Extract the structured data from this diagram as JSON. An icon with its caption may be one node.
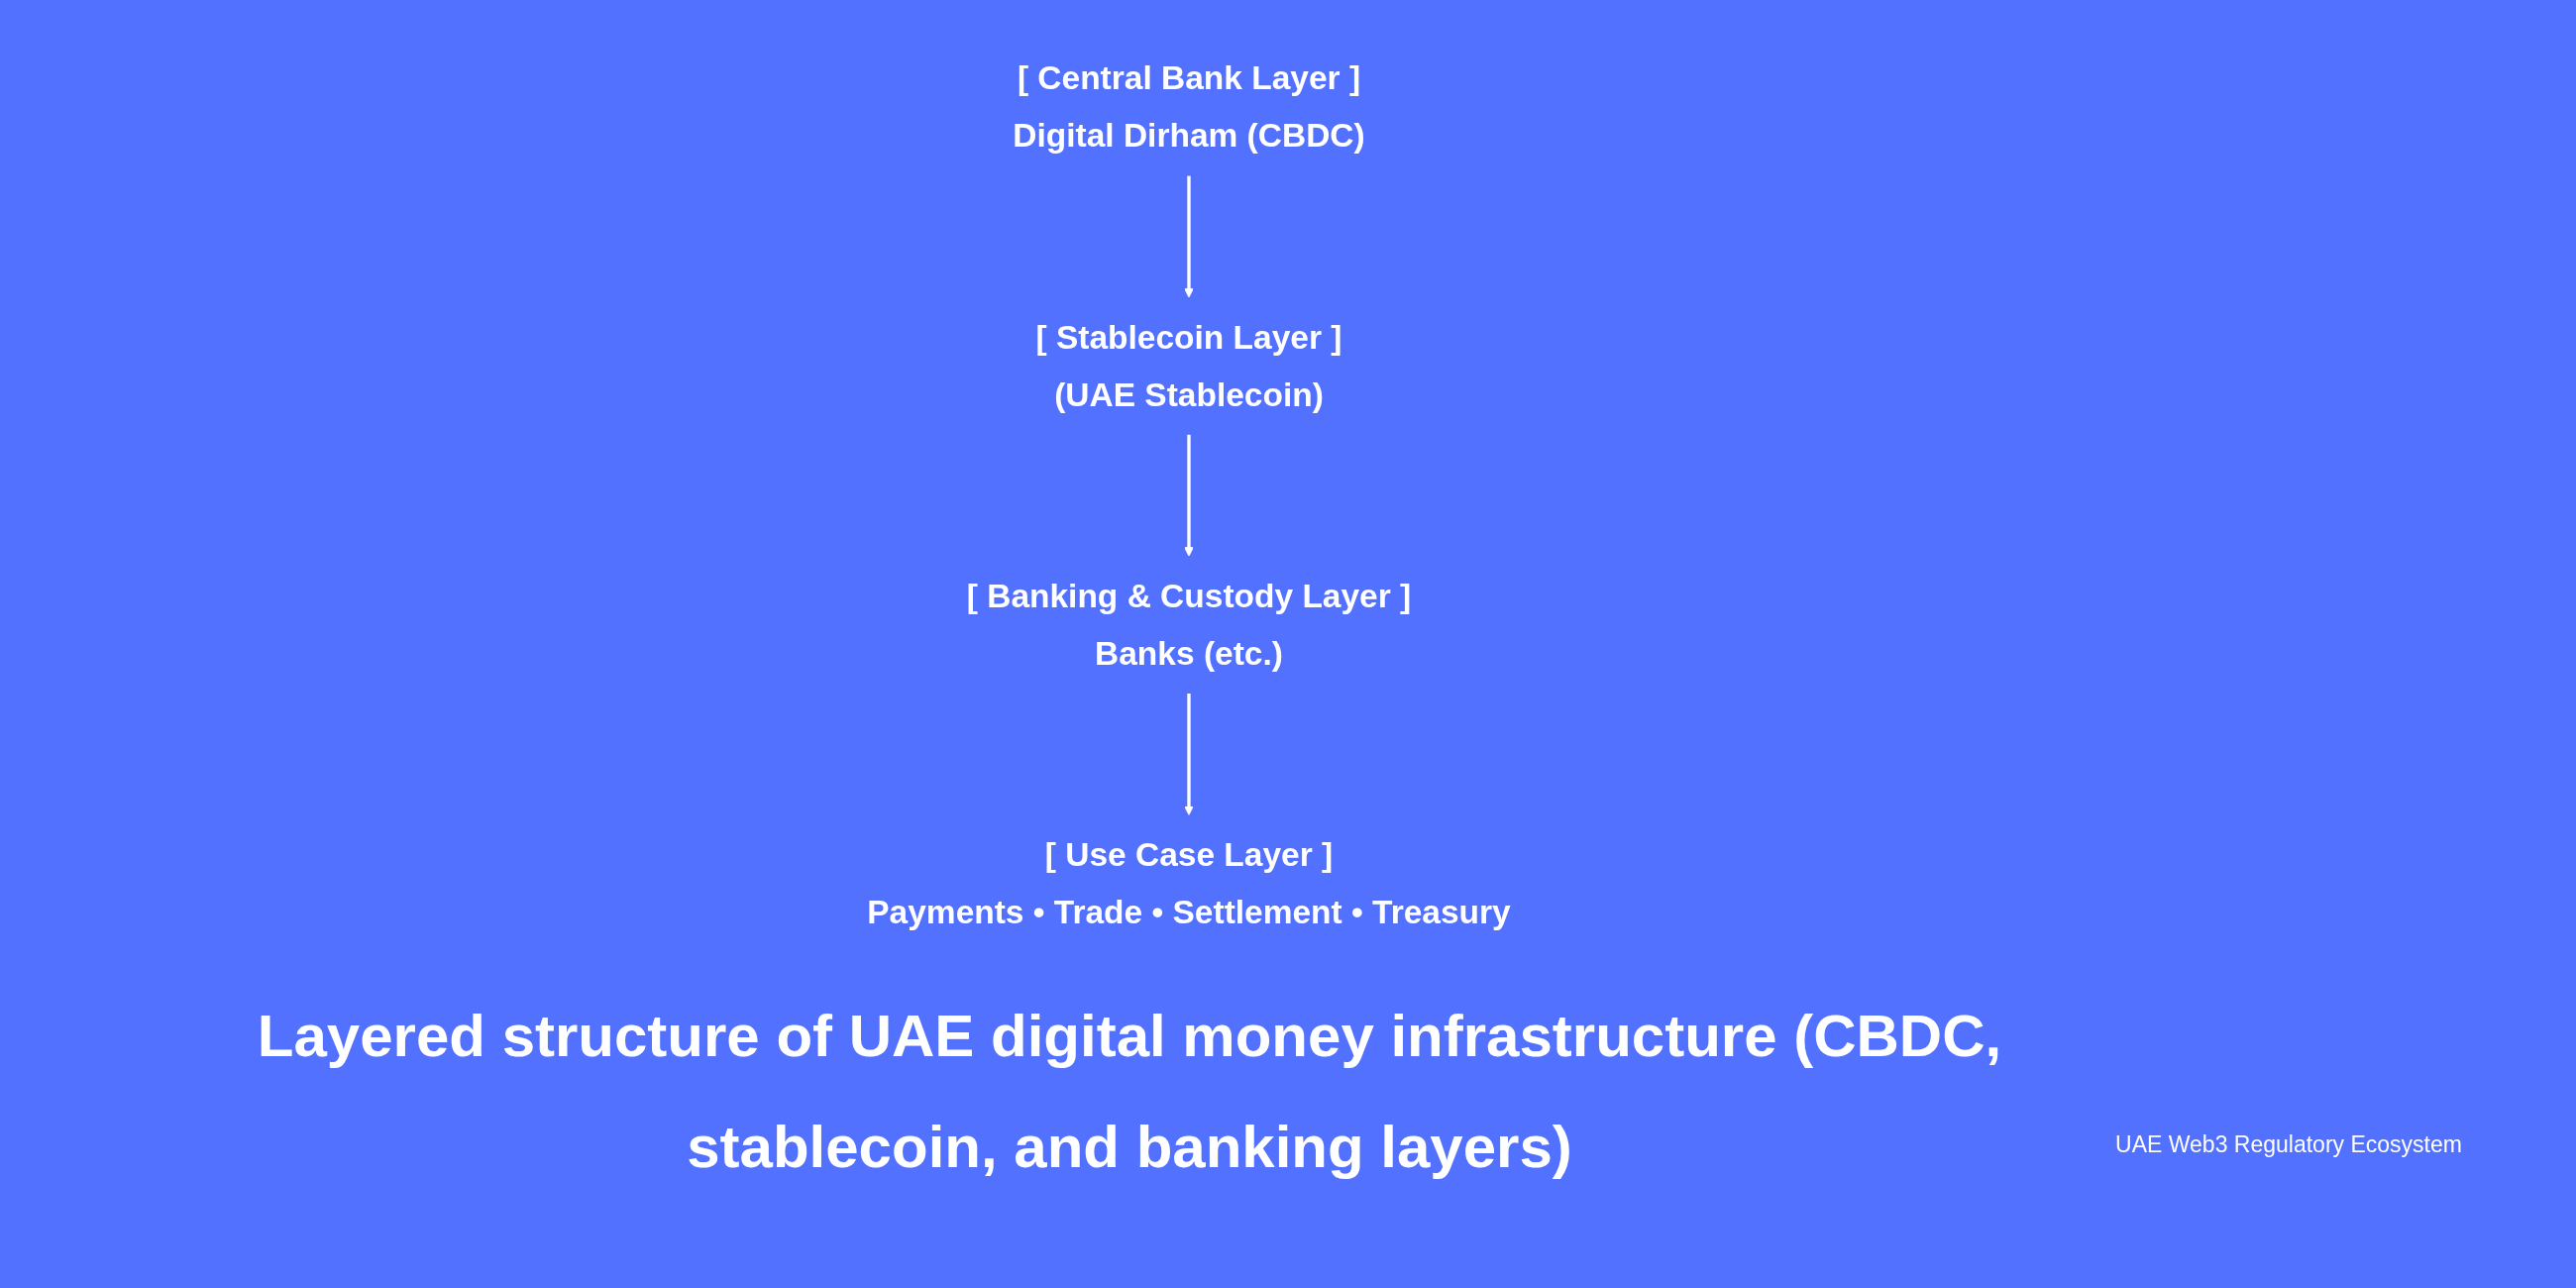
{
  "diagram": {
    "caption": "Layered structure of UAE digital money infrastructure (CBDC, stablecoin, and banking layers)",
    "nodes": [
      {
        "text": [
          "[ Central Bank Layer ]",
          "Digital Dirham (CBDC)"
        ]
      },
      {
        "text": [
          "[ Stablecoin Layer ]",
          "(UAE Stablecoin)"
        ]
      },
      {
        "text": [
          "[ Banking & Custody Layer ]",
          "Banks (etc.)"
        ]
      },
      {
        "text": [
          "[ Use Case Layer ]",
          "Payments • Trade • Settlement • Treasury"
        ]
      }
    ],
    "edges": [
      {
        "from": 0,
        "to": 1,
        "arrow": "to"
      },
      {
        "from": 1,
        "to": 2,
        "arrow": "to"
      },
      {
        "from": 2,
        "to": 3,
        "arrow": "to"
      }
    ],
    "labels": [
      "UAE Web3 Regulatory Ecosystem"
    ]
  }
}
